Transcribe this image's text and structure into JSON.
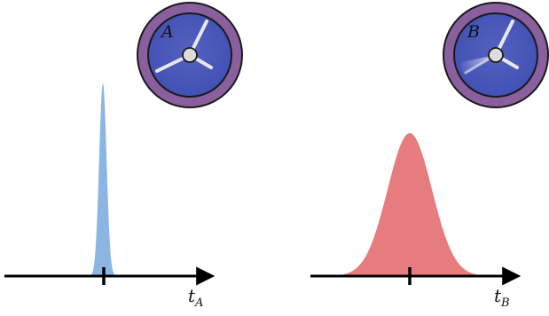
{
  "panels": [
    {
      "id": "a",
      "dial_letter": "A",
      "axis_label": "t",
      "axis_subscript": "A",
      "distribution": "narrow",
      "fill_color": "#8db5e3",
      "hand_blur": false
    },
    {
      "id": "b",
      "dial_letter": "B",
      "axis_label": "t",
      "axis_subscript": "B",
      "distribution": "wide",
      "fill_color": "#e67c7e",
      "hand_blur": true
    }
  ],
  "colors": {
    "dial_rim": "#8a5f9e",
    "dial_face": "#3f51b5",
    "hands": "#e8e8e8",
    "axis": "#000000"
  }
}
